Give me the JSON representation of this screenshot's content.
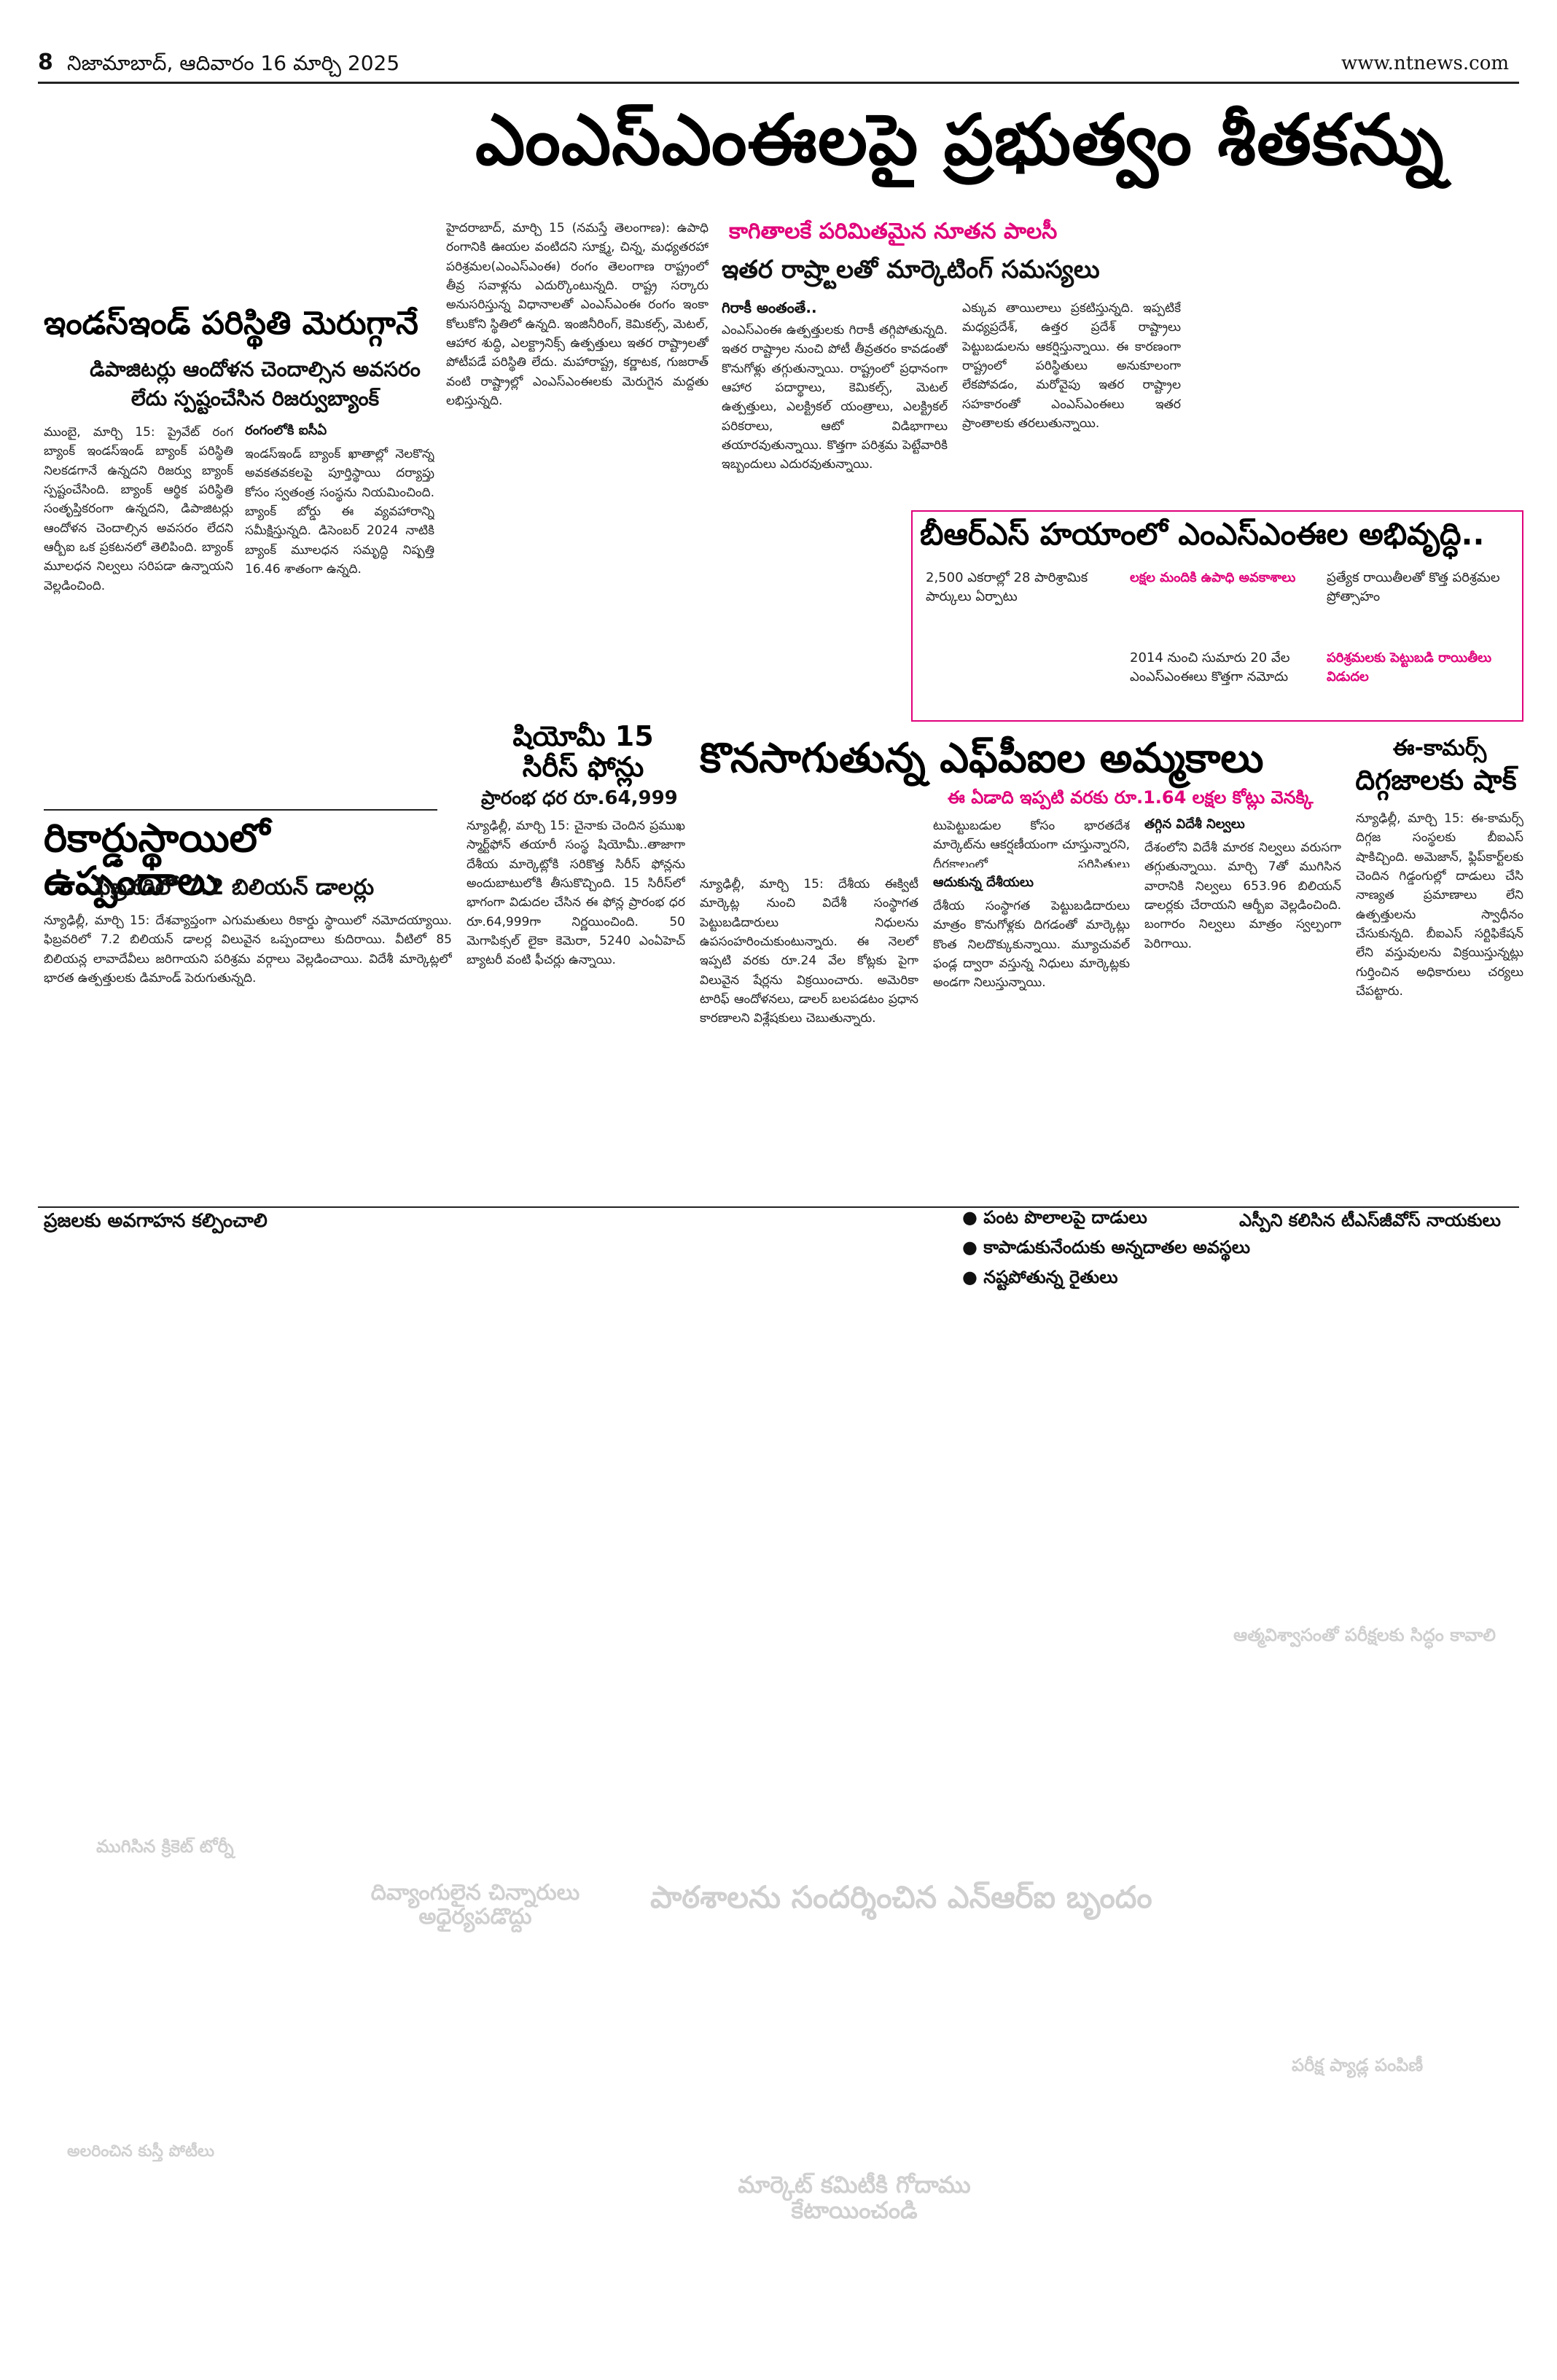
{
  "masthead": {
    "page_number": "8",
    "date_line": "నిజామాబాద్, ఆదివారం 16 మార్చి 2025",
    "website": "www.ntnews.com"
  },
  "lead_story": {
    "headline": "ఎంఎస్‌ఎంఈలపై ప్రభుత్వం శీతకన్ను",
    "subhead_1": "కాగితాలకే పరిమితమైన నూతన పాలసీ",
    "subhead_2": "ఇతర రాష్ర్టాలతో మార్కెటింగ్ సమస్యలు",
    "col1": "హైదరాబాద్, మార్చి 15 (నమస్తే తెలంగాణ): ఉపాధి రంగానికి ఊయల వంటిదని సూక్ష్మ, చిన్న, మధ్యతరహా పరిశ్రమల(ఎంఎస్‌ఎంఈ) రంగం తెలంగాణ రాష్ట్రంలో తీవ్ర సవాళ్లను ఎదుర్కొంటున్నది. రాష్ట్ర సర్కారు అనుసరిస్తున్న విధానాలతో ఎంఎస్‌ఎంఈ రంగం ఇంకా కోలుకోని స్థితిలో ఉన్నది. ఇంజినీరింగ్, కెమికల్స్, మెటల్, ఆహార శుద్ధి, ఎలక్ట్రానిక్స్ ఉత్పత్తులు ఇతర రాష్ట్రాలతో పోటీపడే పరిస్థితి లేదు. మహారాష్ట్ర, కర్ణాటక, గుజరాత్ వంటి రాష్ట్రాల్లో ఎంఎస్‌ఎంఈలకు మెరుగైన మద్దతు లభిస్తున్నది.",
    "col2_heading": "గిరాకీ అంతంతే..",
    "col2": "ఎంఎస్‌ఎంఈ ఉత్పత్తులకు గిరాకీ తగ్గిపోతున్నది. ఇతర రాష్ట్రాల నుంచి పోటీ తీవ్రతరం కావడంతో కొనుగోళ్లు తగ్గుతున్నాయి. రాష్ట్రంలో ప్రధానంగా ఆహార పదార్థాలు, కెమికల్స్, మెటల్ ఉత్పత్తులు, ఎలక్ట్రికల్ యంత్రాలు, ఎలక్ట్రికల్ పరికరాలు, ఆటో విడిభాగాలు తయారవుతున్నాయి. కొత్తగా పరిశ్రమ పెట్టేవారికి ఇబ్బందులు ఎదురవుతున్నాయి.",
    "col3": "ఎక్కువ తాయిలాలు ప్రకటిస్తున్నది. ఇప్పటికే మధ్యప్రదేశ్, ఉత్తర ప్రదేశ్ రాష్ట్రాలు పెట్టుబడులను ఆకర్షిస్తున్నాయి. ఈ కారణంగా రాష్ట్రంలో పరిస్థితులు అనుకూలంగా లేకపోవడం, మరోవైపు ఇతర రాష్ట్రాల సహకారంతో ఎంఎస్‌ఎంఈలు ఇతర ప్రాంతాలకు తరలుతున్నాయి."
  },
  "stat_box": {
    "headline": "బీఆర్‌ఎస్ హయాంలో ఎంఎస్‌ఎంఈల అభివృద్ధి..",
    "items": [
      "2,500 ఎకరాల్లో 28 పారిశ్రామిక పార్కులు ఏర్పాటు",
      "లక్షల మందికి ఉపాధి అవకాశాలు",
      "ప్రత్యేక రాయితీలతో కొత్త పరిశ్రమల ప్రోత్సాహం",
      "2014 నుంచి సుమారు 20 వేల ఎంఎస్‌ఎంఈలు కొత్తగా నమోదు",
      "పరిశ్రమలకు పెట్టుబడి రాయితీలు విడుదల"
    ]
  },
  "indusind": {
    "headline": "ఇండస్‌ఇండ్ పరిస్థితి మెరుగ్గానే",
    "subhead": "డిపాజిటర్లు ఆందోళన చెందాల్సిన అవసరం లేదు స్పష్టంచేసిన రిజర్వుబ్యాంక్",
    "col1": "ముంబై, మార్చి 15: ప్రైవేట్ రంగ బ్యాంక్ ఇండస్‌ఇండ్ బ్యాంక్ పరిస్థితి నిలకడగానే ఉన్నదని రిజర్వు బ్యాంక్ స్పష్టంచేసింది. బ్యాంక్ ఆర్థిక పరిస్థితి సంతృప్తికరంగా ఉన్నదని, డిపాజిటర్లు ఆందోళన చెందాల్సిన అవసరం లేదని ఆర్బీఐ ఒక ప్రకటనలో తెలిపింది. బ్యాంక్ మూలధన నిల్వలు సరిపడా ఉన్నాయని వెల్లడించింది.",
    "col2_heading": "రంగంలోకి ఐసీఏ",
    "col2": "ఇండస్‌ఇండ్ బ్యాంక్ ఖాతాల్లో నెలకొన్న అవకతవకలపై పూర్తిస్థాయి దర్యాప్తు కోసం స్వతంత్ర సంస్థను నియమించింది. బ్యాంక్ బోర్డు ఈ వ్యవహారాన్ని సమీక్షిస్తున్నది. డిసెంబర్ 2024 నాటికి బ్యాంక్ మూలధన సమృద్ధి నిష్పత్తి 16.46 శాతంగా ఉన్నది."
  },
  "exports": {
    "headline": "రికార్డుస్థాయిలో ఉప్పందాలు",
    "subhead": "ఫిబ్రవరిలో 7.2 బిలియన్ డాలర్లు",
    "body": "న్యూఢిల్లీ, మార్చి 15: దేశవ్యాప్తంగా ఎగుమతులు రికార్డు స్థాయిలో నమోదయ్యాయి. ఫిబ్రవరిలో 7.2 బిలియన్ డాలర్ల విలువైన ఒప్పందాలు కుదిరాయి. వీటిలో 85 బిలియన్ల లావాదేవీలు జరిగాయని పరిశ్రమ వర్గాలు వెల్లడించాయి. విదేశీ మార్కెట్లలో భారత ఉత్పత్తులకు డిమాండ్ పెరుగుతున్నది."
  },
  "xiaomi": {
    "headline": "షియోమీ 15 సిరీస్ ఫోన్లు",
    "subhead": "ప్రారంభ ధర రూ.64,999",
    "body": "న్యూఢిల్లీ, మార్చి 15: చైనాకు చెందిన ప్రముఖ స్మార్ట్‌ఫోన్ తయారీ సంస్థ షియోమీ..తాజాగా దేశీయ మార్కెట్లోకి సరికొత్త సిరీస్ ఫోన్లను అందుబాటులోకి తీసుకొచ్చింది. 15 సిరీస్‌లో భాగంగా విడుదల చేసిన ఈ ఫోన్ల ప్రారంభ ధర రూ.64,999గా నిర్ణయించింది. 50 మెగాపిక్సల్ లైకా కెమెరా, 5240 ఎంఏహెచ్ బ్యాటరీ వంటి ఫీచర్లు ఉన్నాయి."
  },
  "fpi": {
    "headline": "కొనసాగుతున్న ఎఫ్‌పీఐల అమ్మకాలు",
    "subhead": "ఈ ఏడాది ఇప్పటి వరకు రూ.1.64 లక్షల కోట్లు వెనక్కి",
    "col1": "న్యూఢిల్లీ, మార్చి 15: దేశీయ ఈక్విటీ మార్కెట్ల నుంచి విదేశీ సంస్థాగత పెట్టుబడిదారులు నిధులను ఉపసంహరించుకుంటున్నారు. ఈ నెలలో ఇప్పటి వరకు రూ.24 వేల కోట్లకు పైగా విలువైన షేర్లను విక్రయించారు. అమెరికా టారిఫ్ ఆందోళనలు, డాలర్ బలపడటం ప్రధాన కారణాలని విశ్లేషకులు చెబుతున్నారు.",
    "col2_heading": "ఆదుకున్న దేశీయలు",
    "col2": "దేశీయ సంస్థాగత పెట్టుబడిదారులు మాత్రం కొనుగోళ్లకు దిగడంతో మార్కెట్లు కొంత నిలదొక్కుకున్నాయి. మ్యూచువల్ ఫండ్ల ద్వారా వస్తున్న నిధులు మార్కెట్లకు అండగా నిలుస్తున్నాయి.",
    "col3": "టుపెట్టుబడుల కోసం భారతదేశ మార్కెట్‌ను ఆకర్షణీయంగా చూస్తున్నారని, దీర్ఘకాలంలో పరిస్థితులు మెరుగవుతాయని నిపుణులు అంచనా వేస్తున్నారు.",
    "col4_heading": "తగ్గిన విదేశీ నిల్వలు",
    "col4": "దేశంలోని విదేశీ మారక నిల్వలు వరుసగా తగ్గుతున్నాయి. మార్చి 7తో ముగిసిన వారానికి నిల్వలు 653.96 బిలియన్ డాలర్లకు చేరాయని ఆర్బీఐ వెల్లడించింది. బంగారం నిల్వలు మాత్రం స్వల్పంగా పెరిగాయి."
  },
  "ecommerce": {
    "headline_1": "ఈ-కామర్స్",
    "headline_2": "దిగ్గజాలకు షాక్",
    "body": "న్యూఢిల్లీ, మార్చి 15: ఈ-కామర్స్ దిగ్గజ సంస్థలకు బీఐఎస్ షాకిచ్చింది. అమెజాన్, ఫ్లిప్‌కార్ట్‌లకు చెందిన గిడ్డంగుల్లో దాడులు చేసి నాణ్యత ప్రమాణాలు లేని ఉత్పత్తులను స్వాధీనం చేసుకున్నది. బీఐఎస్ సర్టిఫికేషన్ లేని వస్తువులను విక్రయిస్తున్నట్లు గుర్తించిన అధికారులు చర్యలు చేపట్టారు."
  },
  "lower_strip": {
    "left_heading": "ప్రజలకు అవగాహన కల్పించాలి",
    "bullets": [
      "పంట పొలాలపై దాడులు",
      "కాపాడుకునేందుకు అన్నదాతల అవస్థలు",
      "నష్టపోతున్న రైతులు"
    ],
    "right_heading": "ఎస్పీని కలిసిన టీఎస్‌జీవోస్ నాయకులు"
  },
  "faded_page": {
    "headlines": [
      "పాఠశాలను సందర్శించిన ఎన్‌ఆర్‌ఐ బృందం",
      "మార్కెట్ కమిటీకి గోదాము కేటాయించండి",
      "దివ్యాంగులైన చిన్నారులు అధైర్యపడొద్దు",
      "ఆత్మవిశ్వాసంతో పరీక్షలకు సిద్ధం కావాలి",
      "పరీక్ష ప్యాడ్ల పంపిణీ",
      "ముగిసిన క్రికెట్ టోర్నీ",
      "అలరించిన కుస్తీ పోటీలు"
    ]
  },
  "colors": {
    "accent": "#e0007a",
    "text": "#111111"
  }
}
